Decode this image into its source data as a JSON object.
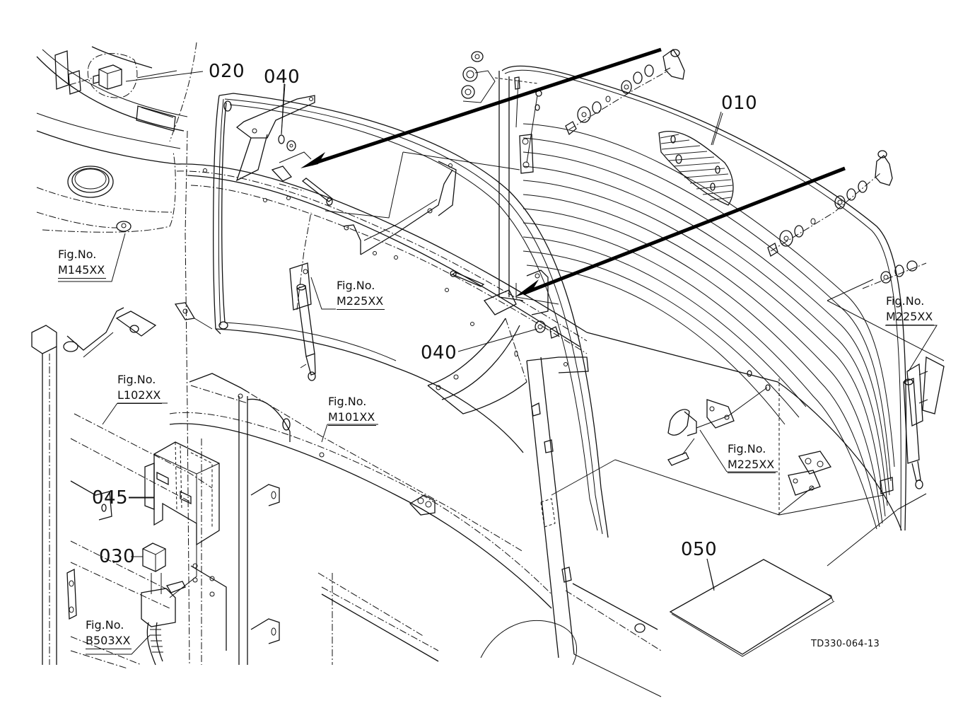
{
  "diagram": {
    "type": "exploded parts diagram",
    "document_id": "TD330-064-13",
    "part_numbers": [
      {
        "id": "p010",
        "label": "010",
        "part": "rear window glass"
      },
      {
        "id": "p020",
        "label": "020",
        "part": "switch"
      },
      {
        "id": "p030",
        "label": "030",
        "part": "relay"
      },
      {
        "id": "p040a",
        "label": "040",
        "part": "washer / nut (upper)"
      },
      {
        "id": "p040b",
        "label": "040",
        "part": "washer / nut (lower)"
      },
      {
        "id": "p045",
        "label": "045",
        "part": "relay cover"
      },
      {
        "id": "p050",
        "label": "050",
        "part": "sheet / decal"
      }
    ],
    "figure_references": [
      {
        "id": "m145",
        "prefix": "Fig.No.",
        "code": "M145XX"
      },
      {
        "id": "m225a",
        "prefix": "Fig.No.",
        "code": "M225XX"
      },
      {
        "id": "m225b",
        "prefix": "Fig.No.",
        "code": "M225XX"
      },
      {
        "id": "m225c",
        "prefix": "Fig.No.",
        "code": "M225XX"
      },
      {
        "id": "l102",
        "prefix": "Fig.No.",
        "code": "L102XX"
      },
      {
        "id": "m101",
        "prefix": "Fig.No.",
        "code": "M101XX"
      },
      {
        "id": "b503",
        "prefix": "Fig.No.",
        "code": "B503XX"
      }
    ]
  }
}
